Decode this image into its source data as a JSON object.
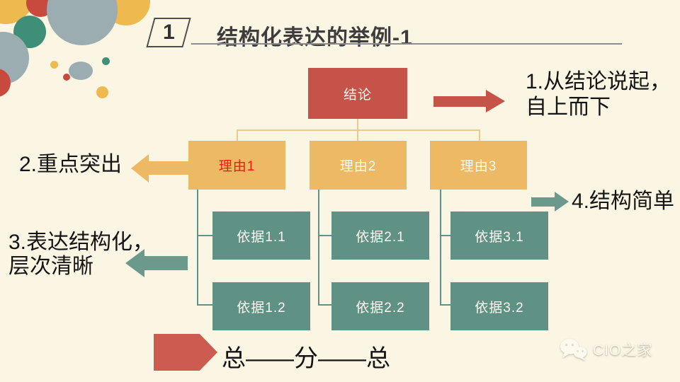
{
  "colors": {
    "background": "#fbf5e4",
    "red_box": "#c65349",
    "yellow_box": "#edb965",
    "teal_box": "#5f9285",
    "teal_arrow": "#6b998b",
    "gray_blue_circle": "#9cadb2",
    "connector_tan": "#edc98c",
    "connector_teal": "#5f9488",
    "title_text": "#3d3d3d",
    "body_text": "#151515",
    "reason1_text": "#ee1c12",
    "box_text": "#fcf9f0"
  },
  "header": {
    "badge_number": "1",
    "title": "结构化表达的举例-1"
  },
  "diagram": {
    "root_label": "结论",
    "columns": [
      {
        "reason": "理由1",
        "evidence": [
          "依据1.1",
          "依据1.2"
        ]
      },
      {
        "reason": "理由2",
        "evidence": [
          "依据2.1",
          "依据2.2"
        ]
      },
      {
        "reason": "理由3",
        "evidence": [
          "依据3.1",
          "依据3.2"
        ]
      }
    ]
  },
  "annotations": {
    "a1": {
      "line1": "1.从结论说起，",
      "line2": "自上而下"
    },
    "a2": {
      "line1": "2.重点突出"
    },
    "a3": {
      "line1": "3.表达结构化，",
      "line2": "层次清晰"
    },
    "a4": {
      "line1": "4.结构简单"
    }
  },
  "footer": {
    "summary": "总——分——总"
  },
  "watermark": {
    "icon": "wechat-icon",
    "label": "CIO之家"
  }
}
